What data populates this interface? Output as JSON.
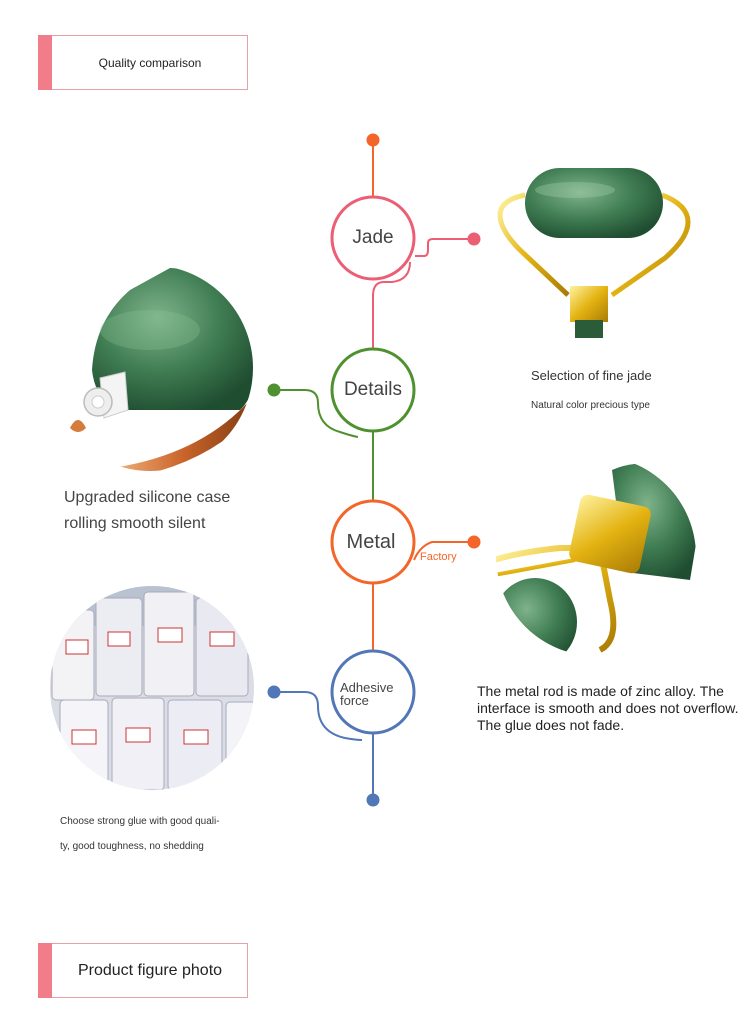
{
  "header_top": {
    "label": "Quality comparison"
  },
  "header_bottom": {
    "label": "Product figure photo"
  },
  "nodes": {
    "jade": "Jade",
    "details": "Details",
    "metal": "Metal",
    "adhesive": "Adhesive force"
  },
  "annotations": {
    "factory": "Factory"
  },
  "captions": {
    "jade_title": "Selection of fine jade",
    "jade_sub": "Natural color precious type",
    "details_line1": "Upgraded silicone case",
    "details_line2": "rolling smooth silent",
    "metal_text": "The metal rod is made of zinc alloy. The interface is smooth and does not overflow. The glue does not fade.",
    "glue_line1": "Choose strong glue with good quali-",
    "glue_line2": "ty, good toughness, no shedding"
  },
  "colors": {
    "orange": "#f4652a",
    "pink": "#ec5e74",
    "green": "#4f9130",
    "blue": "#5177b8",
    "accent": "#f17c8a"
  }
}
